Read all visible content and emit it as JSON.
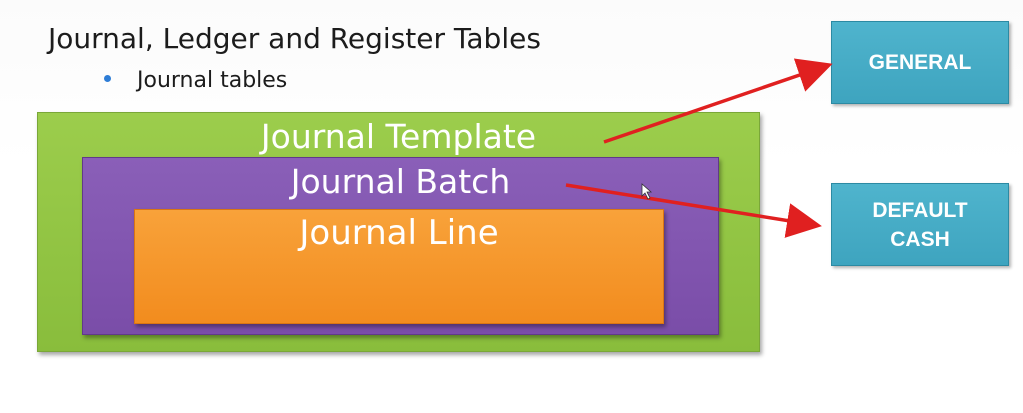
{
  "heading": {
    "title": "Journal, Ledger and Register Tables",
    "bullet": "Journal tables"
  },
  "diagram": {
    "outer_box": "Journal Template",
    "middle_box": "Journal Batch",
    "inner_box": "Journal Line",
    "tag_general_line1": "GENERAL",
    "tag_default_line1": "DEFAULT",
    "tag_default_line2": "CASH"
  },
  "colors": {
    "template_green": "#8dc63f",
    "batch_purple": "#7f52ad",
    "line_orange": "#f7941d",
    "tag_teal": "#45aac4",
    "arrow_red": "#e02020"
  }
}
